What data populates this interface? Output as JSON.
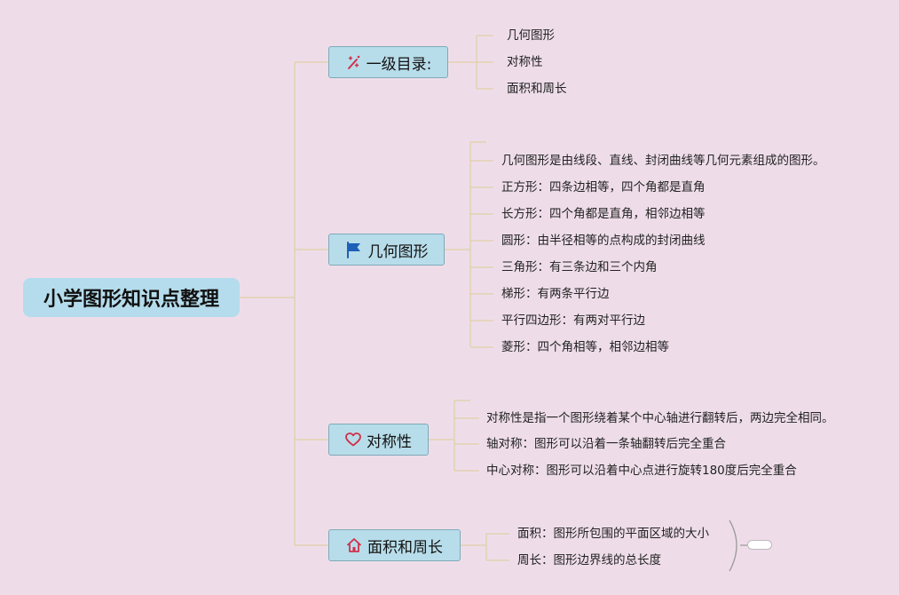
{
  "root": {
    "label": "小学图形知识点整理"
  },
  "branches": [
    {
      "label": "一级目录:",
      "icon": "magic-wand-icon",
      "children": [
        "几何图形",
        "对称性",
        "面积和周长"
      ]
    },
    {
      "label": "几何图形",
      "icon": "flag-icon",
      "children": [
        "几何图形是由线段、直线、封闭曲线等几何元素组成的图形。",
        "正方形：四条边相等，四个角都是直角",
        "长方形：四个角都是直角，相邻边相等",
        "圆形：由半径相等的点构成的封闭曲线",
        "三角形：有三条边和三个内角",
        "梯形：有两条平行边",
        "平行四边形：有两对平行边",
        "菱形：四个角相等，相邻边相等"
      ]
    },
    {
      "label": "对称性",
      "icon": "heart-icon",
      "children": [
        "对称性是指一个图形绕着某个中心轴进行翻转后，两边完全相同。",
        "轴对称：图形可以沿着一条轴翻转后完全重合",
        "中心对称：图形可以沿着中心点进行旋转180度后完全重合"
      ]
    },
    {
      "label": "面积和周长",
      "icon": "house-icon",
      "children": [
        "面积：图形所包围的平面区域的大小",
        "周长：图形边界线的总长度"
      ]
    }
  ],
  "colors": {
    "background": "#eedde9",
    "root_fill": "#b5dcec",
    "topic_fill": "#b8ddea",
    "topic_border": "#7fa9b8",
    "connector": "#e2cfa6",
    "icon_red": "#d0304a",
    "icon_blue": "#1e5fb8"
  }
}
